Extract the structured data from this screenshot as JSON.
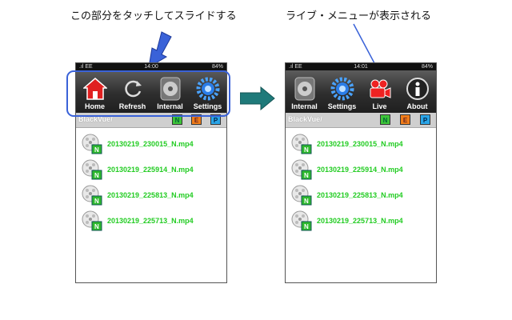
{
  "captions": {
    "left": "この部分をタッチしてスライドする",
    "right": "ライブ・メニューが表示される"
  },
  "colors": {
    "file_name": "#22cc22",
    "highlight": "#3a62d8",
    "arrow_blue": "#3a62d8",
    "arrow_teal": "#1f7a7a"
  },
  "phone_before": {
    "status": {
      "carrier": ".ıl EE",
      "time": "14:00",
      "battery": "84%"
    },
    "toolbar": [
      {
        "label": "Home",
        "icon": "home-icon"
      },
      {
        "label": "Refresh",
        "icon": "refresh-icon"
      },
      {
        "label": "Internal",
        "icon": "internal-storage-icon"
      },
      {
        "label": "Settings",
        "icon": "settings-gear-icon"
      }
    ],
    "path": "BlackVue/",
    "filters": [
      "N",
      "E",
      "P"
    ],
    "files": [
      "20130219_230015_N.mp4",
      "20130219_225914_N.mp4",
      "20130219_225813_N.mp4",
      "20130219_225713_N.mp4"
    ]
  },
  "phone_after": {
    "status": {
      "carrier": ".ıl EE",
      "time": "14:01",
      "battery": "84%"
    },
    "toolbar": [
      {
        "label": "Internal",
        "icon": "internal-storage-icon"
      },
      {
        "label": "Settings",
        "icon": "settings-gear-icon"
      },
      {
        "label": "Live",
        "icon": "live-camera-icon"
      },
      {
        "label": "About",
        "icon": "about-info-icon"
      }
    ],
    "path": "BlackVue/",
    "filters": [
      "N",
      "E",
      "P"
    ],
    "files": [
      "20130219_230015_N.mp4",
      "20130219_225914_N.mp4",
      "20130219_225813_N.mp4",
      "20130219_225713_N.mp4"
    ]
  }
}
